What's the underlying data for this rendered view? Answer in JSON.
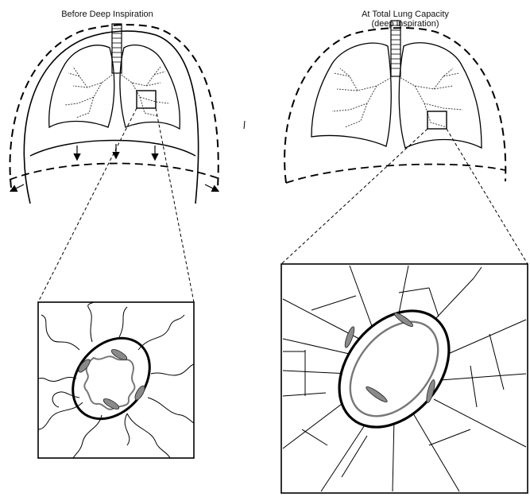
{
  "left_panel": {
    "title": "Before Deep Inspiration"
  },
  "right_panel": {
    "title_line1": "At Total Lung Capacity",
    "title_line2": "(deep inspiration)"
  },
  "colors": {
    "stroke": "#000000",
    "airway_wall": "#777777",
    "smooth_muscle": "#8a8a8a"
  }
}
